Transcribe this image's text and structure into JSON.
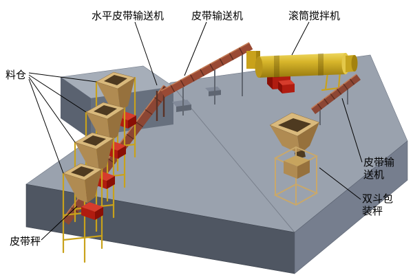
{
  "figure": {
    "labels": {
      "horizontal_belt_conveyor": "水平皮带输送机",
      "belt_conveyor": "皮带输送机",
      "drum_mixer": "滚筒搅拌机",
      "material_silos": "料仓",
      "belt_conveyor_right_line1": "皮带输",
      "belt_conveyor_right_line2": "送机",
      "packing_scale_line1": "双斗包",
      "packing_scale_line2": "装秤",
      "belt_scale": "皮带秤"
    },
    "colors": {
      "platform_top": "#9aa2ae",
      "platform_front": "#4f5662",
      "platform_side": "#767e8e",
      "hopper_tan": "#d9b97c",
      "conveyor_brown": "#8c4634",
      "mixer_yellow": "#d6b328",
      "feeder_red": "#cc1a12",
      "support_yellow": "#c9a21b",
      "label_text": "#000000",
      "background": "#ffffff"
    }
  }
}
